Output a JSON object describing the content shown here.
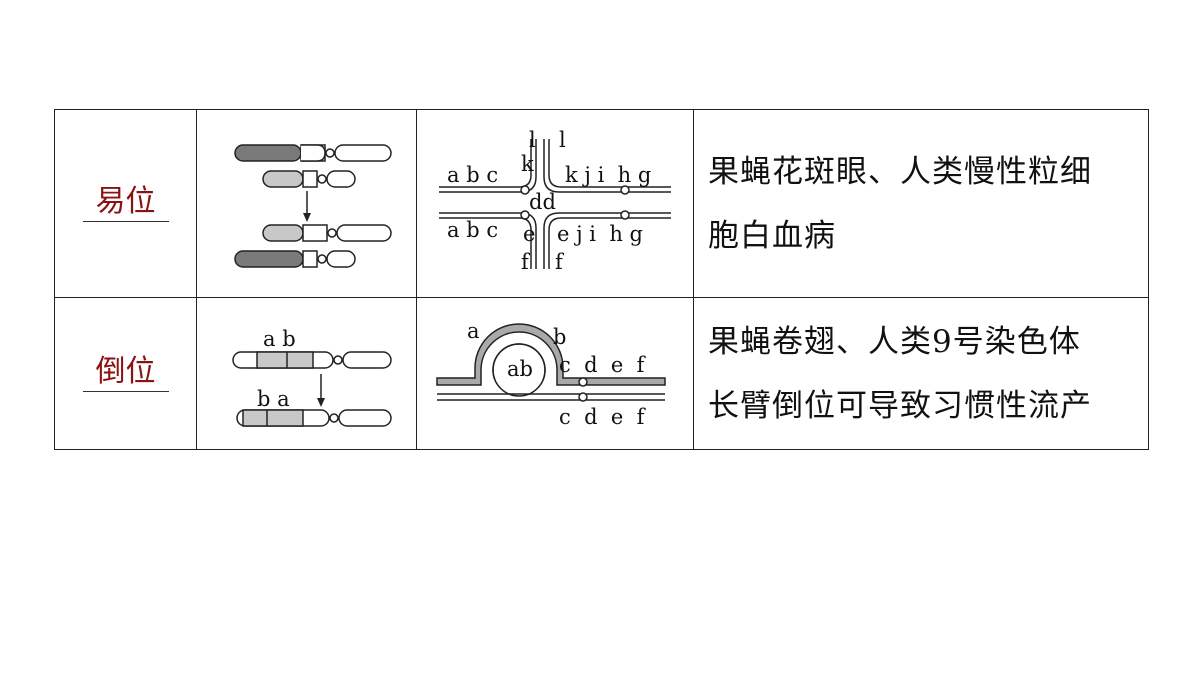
{
  "rows": [
    {
      "term": "易位",
      "chromosome_diagram": {
        "label": "",
        "labels_top": [],
        "labels_bottom": []
      },
      "pairing_diagram": {
        "labels_upper_left": "a b c",
        "labels_upper_right": "k j i  h g",
        "labels_lower_left": "a b c",
        "labels_lower_right": "e j i  h g",
        "center_top_left": "l",
        "center_top_right": "l",
        "center_k": "k",
        "center_dd": "dd",
        "center_e": "e",
        "bottom_left": "f",
        "bottom_right": "f"
      },
      "description": [
        "果蝇花斑眼、人类慢性粒细",
        "胞白血病"
      ]
    },
    {
      "term": "倒位",
      "chromosome_diagram": {
        "labels_top": "a b",
        "labels_bottom": "b a"
      },
      "pairing_diagram": {
        "loop_outer_left": "a",
        "loop_outer_right": "b",
        "loop_inner": "ab",
        "upper_right": "c  d  e  f",
        "lower_right": "c  d  e  f"
      },
      "description": [
        "果蝇卷翅、人类9号染色体",
        "长臂倒位可导致习惯性流产"
      ]
    }
  ],
  "colors": {
    "term": "#8b1212",
    "dark_segment": "#7a7a7a",
    "light_segment": "#c8c8c8",
    "line": "#222222"
  }
}
